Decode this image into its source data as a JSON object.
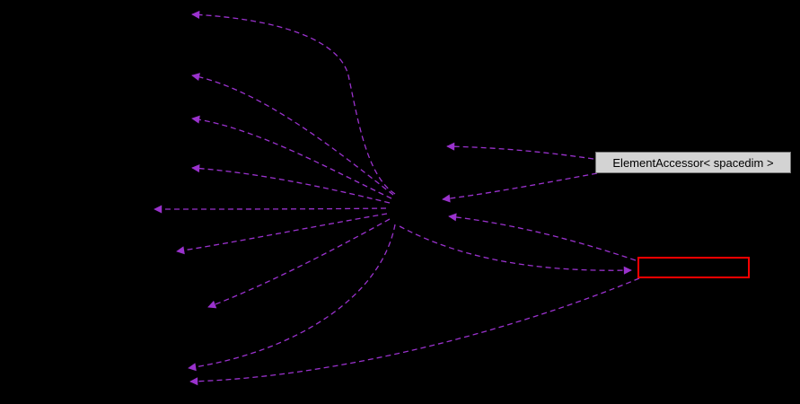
{
  "diagram": {
    "type": "collaboration-graph",
    "background_color": "#000000",
    "edge_color": "#9a32cd",
    "edge_style": "dashed",
    "nodes": {
      "element_accessor": {
        "label": "ElementAccessor< spacedim >",
        "fill": "#d3d3d3",
        "border_color": "#7a7a7a",
        "text_color": "#000000"
      },
      "highlighted": {
        "label": "",
        "fill": "#000000",
        "border_color": "#ff0000"
      }
    }
  }
}
